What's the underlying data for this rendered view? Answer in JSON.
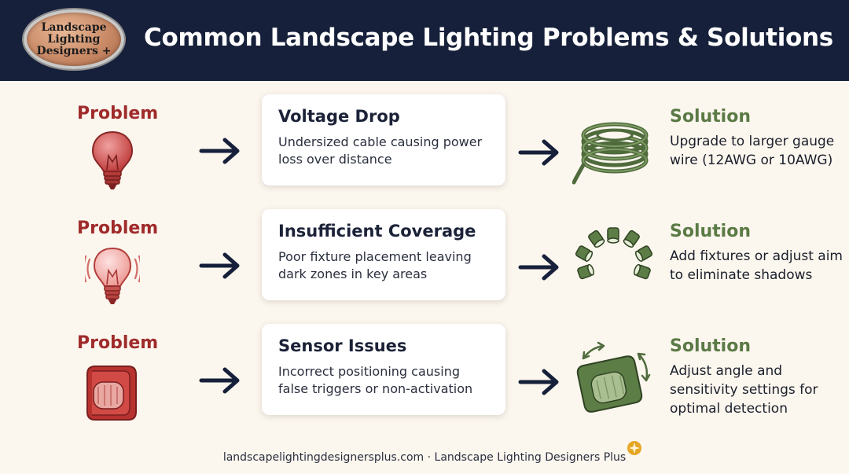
{
  "header": {
    "logo_text": "Landscape\nLighting\nDesigners +",
    "title": "Common Landscape Lighting Problems & Solutions"
  },
  "rows": [
    {
      "problem_label": "Problem",
      "problem_icon": "bulb-icon",
      "card_title": "Voltage Drop",
      "card_text": "Undersized cable causing power loss over distance",
      "solution_label": "Solution",
      "solution_icon": "cable-coil-icon",
      "solution_text": "Upgrade to larger gauge wire (12AWG or 10AWG)"
    },
    {
      "problem_label": "Problem",
      "problem_icon": "flickering-bulb-icon",
      "card_title": "Insufficient Coverage",
      "card_text": "Poor fixture placement leaving dark zones in key areas",
      "solution_label": "Solution",
      "solution_icon": "spotlight-arc-icon",
      "solution_text": "Add fixtures or adjust aim to eliminate shadows"
    },
    {
      "problem_label": "Problem",
      "problem_icon": "motion-sensor-icon",
      "card_title": "Sensor Issues",
      "card_text": "Incorrect positioning causing false triggers or non-activation",
      "solution_label": "Solution",
      "solution_icon": "adjust-sensor-icon",
      "solution_text": "Adjust angle and sensitivity settings for optimal detection"
    }
  ],
  "footer": {
    "text": "landscapelightingdesignersplus.com · Landscape Lighting Designers Plus"
  },
  "colors": {
    "header_bg": "#16203a",
    "problem": "#a02b2b",
    "solution": "#5b7a45",
    "page_bg": "#fbf6ee"
  }
}
